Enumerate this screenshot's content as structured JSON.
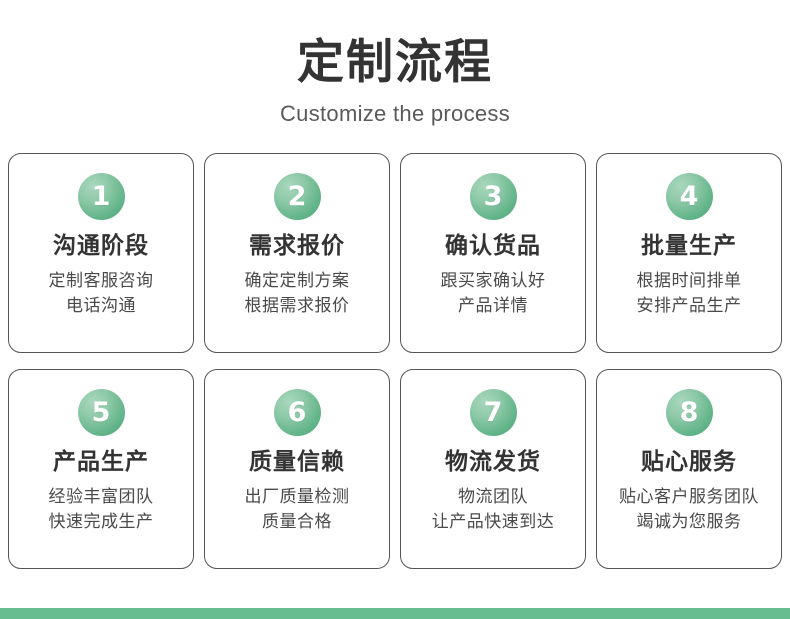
{
  "header": {
    "title": "定制流程",
    "subtitle": "Customize the process"
  },
  "theme": {
    "accent_green": "#67bd8f",
    "badge_green_light": "#a9d7bd",
    "badge_green_dark": "#4da87c",
    "title_color": "#333333",
    "subtitle_color": "#5a5a5a",
    "card_border_color": "#555555",
    "card_bg": "#ffffff",
    "page_bg": "#ffffff"
  },
  "steps": [
    {
      "number": "1",
      "title": "沟通阶段",
      "desc_line1": "定制客服咨询",
      "desc_line2": "电话沟通"
    },
    {
      "number": "2",
      "title": "需求报价",
      "desc_line1": "确定定制方案",
      "desc_line2": "根据需求报价"
    },
    {
      "number": "3",
      "title": "确认货品",
      "desc_line1": "跟买家确认好",
      "desc_line2": "产品详情"
    },
    {
      "number": "4",
      "title": "批量生产",
      "desc_line1": "根据时间排单",
      "desc_line2": "安排产品生产"
    },
    {
      "number": "5",
      "title": "产品生产",
      "desc_line1": "经验丰富团队",
      "desc_line2": "快速完成生产"
    },
    {
      "number": "6",
      "title": "质量信赖",
      "desc_line1": "出厂质量检测",
      "desc_line2": "质量合格"
    },
    {
      "number": "7",
      "title": "物流发货",
      "desc_line1": "物流团队",
      "desc_line2": "让产品快速到达"
    },
    {
      "number": "8",
      "title": "贴心服务",
      "desc_line1": "贴心客户服务团队",
      "desc_line2": "竭诚为您服务"
    }
  ]
}
